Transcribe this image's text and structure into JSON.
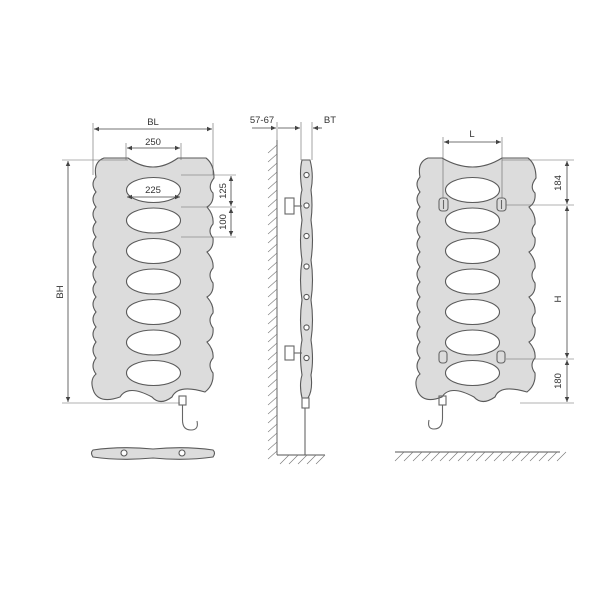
{
  "labels": {
    "front_width": "BL",
    "front_span": "250",
    "front_hole_width": "225",
    "front_height": "BH",
    "front_offset_top": "125",
    "front_hole_pitch": "100",
    "side_wall_distance": "57-67",
    "side_depth": "BT",
    "rear_span": "L",
    "rear_top": "184",
    "rear_height": "H",
    "rear_bottom": "180"
  },
  "icons": {
    "valve": "valve-hook-icon",
    "bracket": "wall-bracket-icon"
  },
  "colors": {
    "radiator": "#dcdcdc",
    "outline": "#5a5a5a",
    "dimension": "#444444"
  }
}
